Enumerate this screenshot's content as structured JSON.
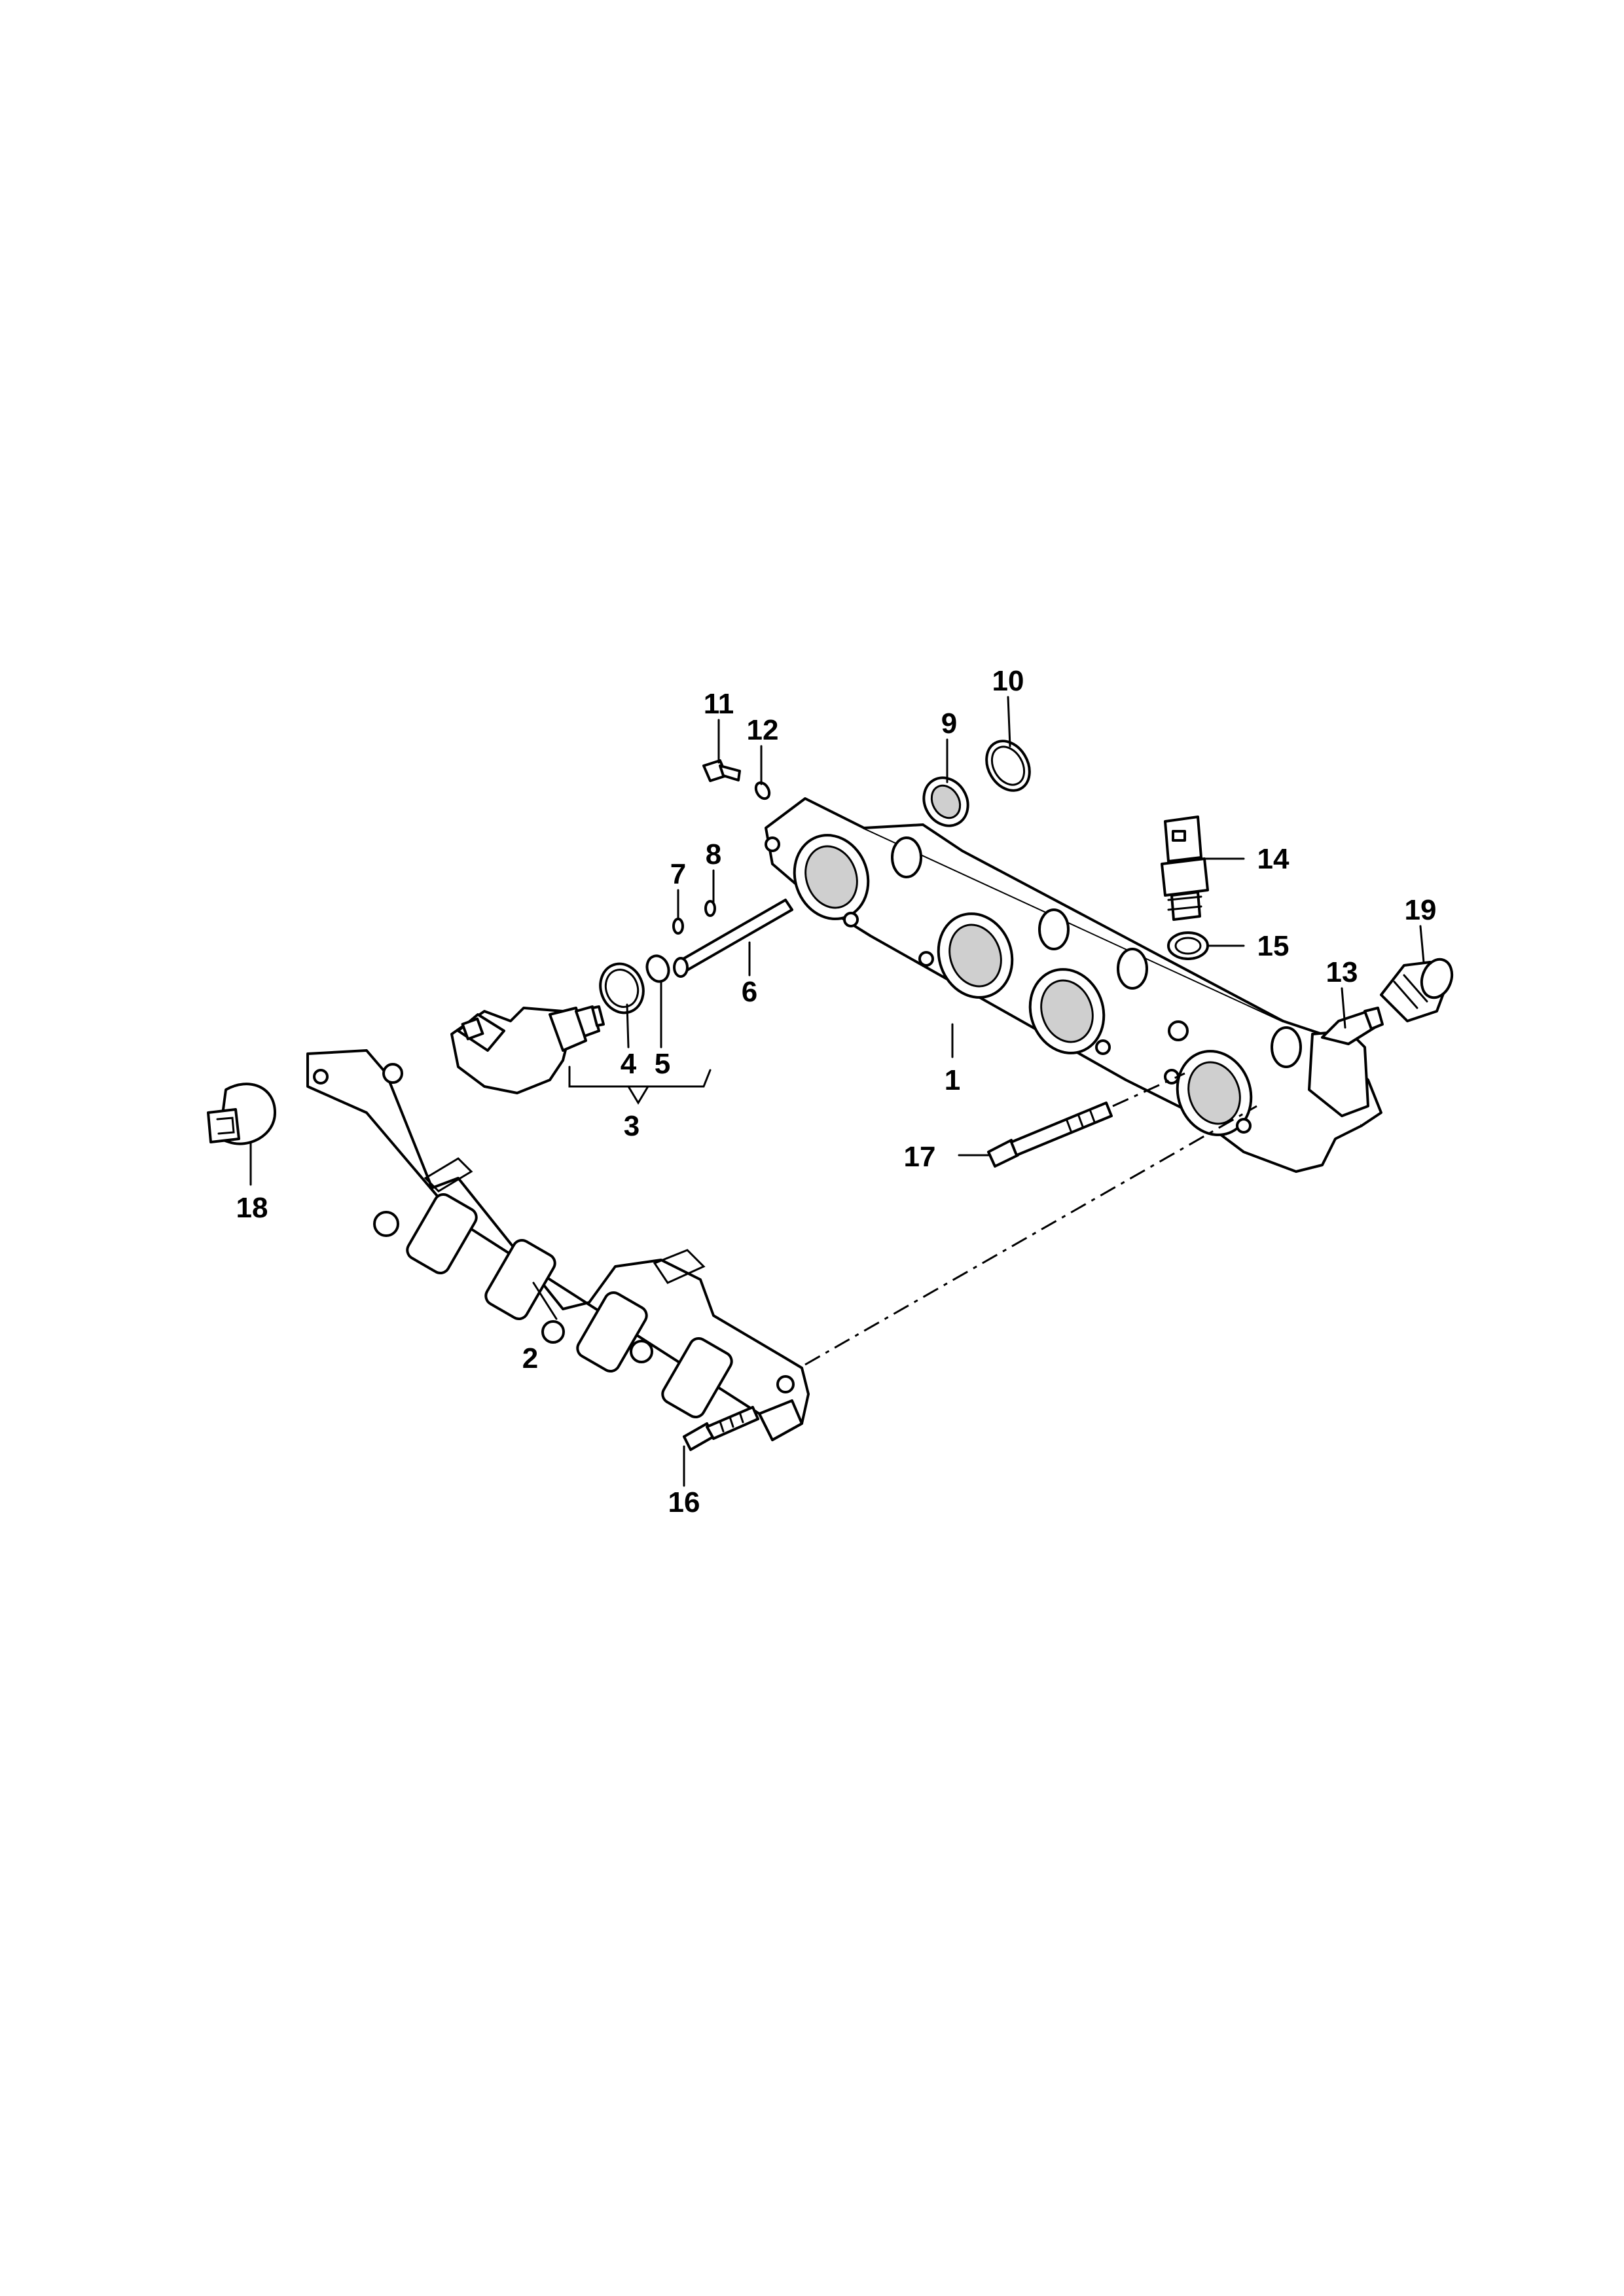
{
  "figure": {
    "callouts": [
      {
        "id": "1",
        "text": "1"
      },
      {
        "id": "2",
        "text": "2"
      },
      {
        "id": "3",
        "text": "3"
      },
      {
        "id": "4",
        "text": "4"
      },
      {
        "id": "5",
        "text": "5"
      },
      {
        "id": "6",
        "text": "6"
      },
      {
        "id": "7",
        "text": "7"
      },
      {
        "id": "8",
        "text": "8"
      },
      {
        "id": "9",
        "text": "9"
      },
      {
        "id": "10",
        "text": "10"
      },
      {
        "id": "11",
        "text": "11"
      },
      {
        "id": "12",
        "text": "12"
      },
      {
        "id": "13",
        "text": "13"
      },
      {
        "id": "14",
        "text": "14"
      },
      {
        "id": "15",
        "text": "15"
      },
      {
        "id": "16",
        "text": "16"
      },
      {
        "id": "17",
        "text": "17"
      },
      {
        "id": "18",
        "text": "18"
      },
      {
        "id": "19",
        "text": "19"
      }
    ]
  }
}
